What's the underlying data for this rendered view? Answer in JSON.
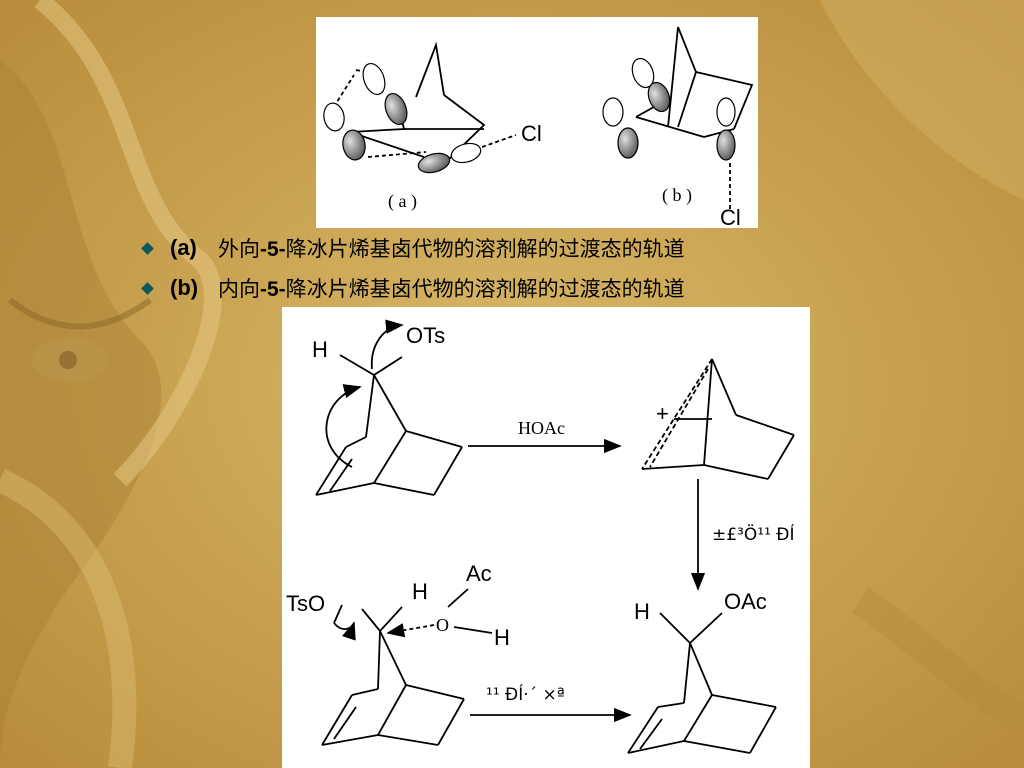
{
  "top_figure": {
    "label_a": "( a )",
    "label_b": "( b )",
    "cl_a": "Cl",
    "cl_b": "Cl"
  },
  "bullets": [
    {
      "label": "(a)",
      "prefix": "外向",
      "bold": "-5-",
      "suffix": "降冰片烯基卤代物的溶剂解的过渡态的轨道"
    },
    {
      "label": "(b)",
      "prefix": "内向",
      "bold": "-5-",
      "suffix": "降冰片烯基卤代物的溶剂解的过渡态的轨道"
    }
  ],
  "scheme": {
    "h_top": "H",
    "ots": "OTs",
    "hoac": "HOAc",
    "plus": "+",
    "garbled_1": "±£³Ö¹¹ ÐÍ",
    "tso": "TsO",
    "h_mid": "H",
    "ac": "Ac",
    "o": "O",
    "h_o": "H",
    "garbled_2": "¹¹ ÐÍ·´ ×ª",
    "h_prod": "H",
    "oac": "OAc"
  },
  "colors": {
    "background": "#c9a24e",
    "bullet": "#0a5a60"
  }
}
